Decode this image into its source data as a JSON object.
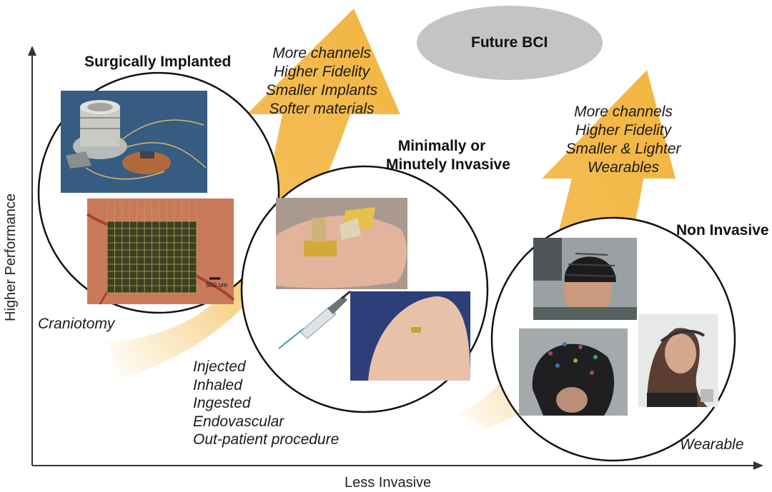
{
  "axes": {
    "y_label": "Higher Performance",
    "x_label": "Less Invasive"
  },
  "future": {
    "label": "Future BCI"
  },
  "surgical": {
    "title": "Surgically Implanted",
    "arrow_points": [
      "More channels",
      "Higher Fidelity",
      "Smaller Implants",
      "Softer materials"
    ],
    "procedure": "Craniotomy",
    "scale_bar": "500 um"
  },
  "minimal": {
    "title_lines": [
      "Minimally or",
      "Minutely Invasive"
    ],
    "methods": [
      "Injected",
      "Inhaled",
      "Ingested",
      "Endovascular",
      "Out-patient procedure"
    ]
  },
  "noninvasive": {
    "title": "Non Invasive",
    "arrow_points": [
      "More channels",
      "Higher Fidelity",
      "Smaller & Lighter",
      "Wearables"
    ],
    "form_factor": "Wearable"
  },
  "colors": {
    "arrow": "#f2b53f",
    "future_ellipse": "#c4c4c4",
    "circle_stroke": "#111111",
    "axis": "#333333"
  }
}
